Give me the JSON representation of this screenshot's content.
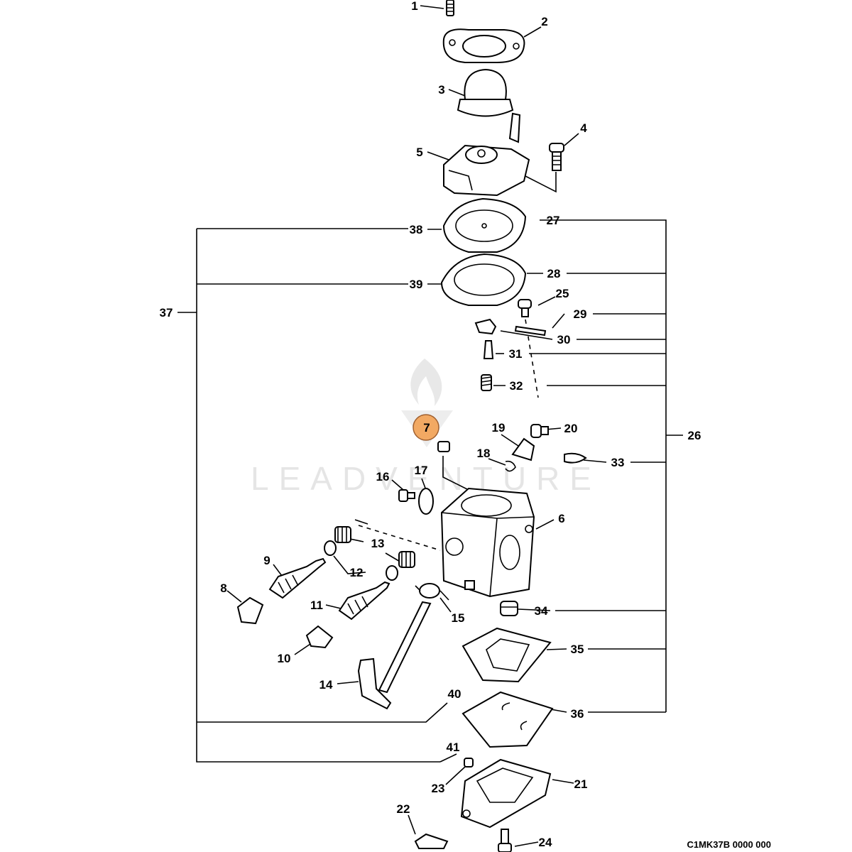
{
  "diagram": {
    "drawing_code": "C1MK37B 0000 000",
    "watermark": "LEADVENTURE",
    "highlight_color": "#f2a963",
    "callouts": [
      "1",
      "2",
      "3",
      "4",
      "5",
      "38",
      "27",
      "39",
      "28",
      "25",
      "29",
      "30",
      "31",
      "32",
      "37",
      "7",
      "19",
      "20",
      "18",
      "26",
      "33",
      "16",
      "17",
      "6",
      "13",
      "9",
      "12",
      "8",
      "11",
      "15",
      "34",
      "10",
      "35",
      "14",
      "40",
      "36",
      "41",
      "23",
      "21",
      "22",
      "24"
    ]
  }
}
